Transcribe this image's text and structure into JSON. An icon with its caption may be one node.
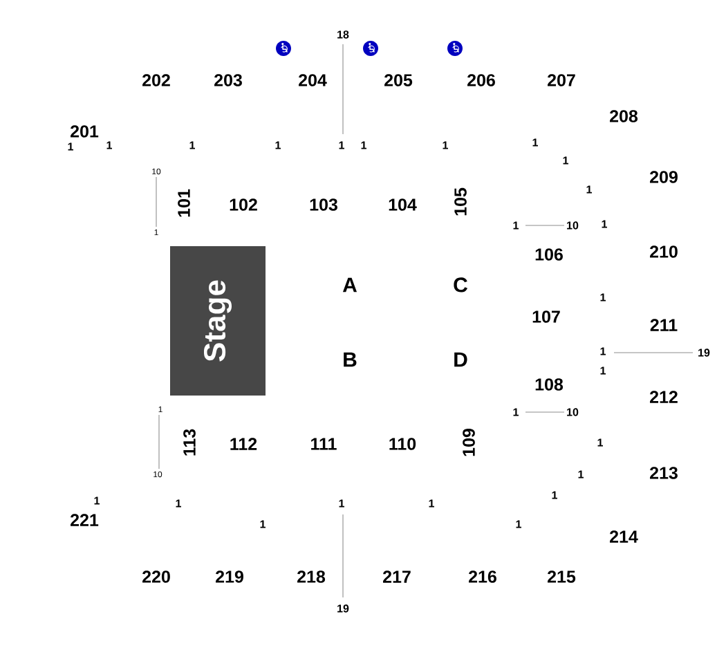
{
  "diagram": {
    "nodes": [
      {
        "text": [
          "Stage"
        ]
      }
    ],
    "labels": [
      "18",
      "202",
      "203",
      "204",
      "205",
      "206",
      "207",
      "208",
      "201",
      "1",
      "1",
      "1",
      "1",
      "1",
      "1",
      "1",
      "1",
      "1",
      "209",
      "10",
      "101",
      "102",
      "103",
      "104",
      "105",
      "1",
      "1",
      "10",
      "1",
      "1",
      "106",
      "210",
      "A",
      "C",
      "1",
      "107",
      "211",
      "1",
      "19",
      "B",
      "D",
      "1",
      "108",
      "212",
      "1",
      "1",
      "10",
      "113",
      "112",
      "111",
      "110",
      "109",
      "1",
      "10",
      "1",
      "213",
      "1",
      "1",
      "1",
      "1",
      "1",
      "221",
      "1",
      "1",
      "214",
      "220",
      "219",
      "218",
      "217",
      "216",
      "215",
      "19"
    ]
  }
}
